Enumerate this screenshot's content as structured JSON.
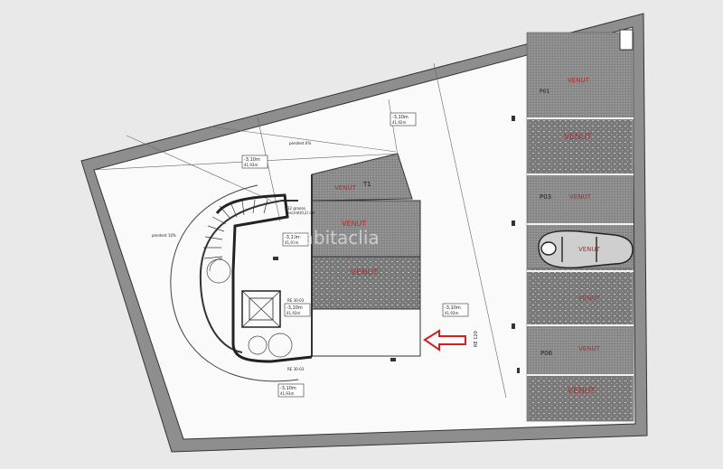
{
  "plan": {
    "parking_spaces": [
      {
        "status": "VENUT",
        "number": "P01"
      },
      {
        "status": "VENUT",
        "number": ""
      },
      {
        "status": "VENUT",
        "number": "P03"
      },
      {
        "status": "VENUT",
        "number": ""
      },
      {
        "status": "VENUT",
        "number": ""
      },
      {
        "status": "VENUT",
        "number": "P06"
      },
      {
        "status": "VENUT",
        "number": ""
      }
    ],
    "storage_rooms": [
      {
        "status": "VENUT",
        "number": "T1"
      },
      {
        "status": "VENUT",
        "number": ""
      },
      {
        "status": "VENUT",
        "number": ""
      }
    ],
    "levels": [
      {
        "value": "-3,10m",
        "sub": "41,92m"
      },
      {
        "value": "-3,10m",
        "sub": "41,93m"
      },
      {
        "value": "-3,10m",
        "sub": "41,93m"
      },
      {
        "value": "-3,10m",
        "sub": "41,93m"
      },
      {
        "value": "-3,10m",
        "sub": "41,93m"
      },
      {
        "value": "-3,10m",
        "sub": "41,93m"
      }
    ],
    "notes": {
      "pendent_top": "pendent 6%",
      "pendent_left": "pendent 10%",
      "stair_note": "12 graons",
      "stair_note2": "esc/ret(0,2) cm",
      "ascensor_1": "RE 30-03",
      "ascensor_2": "RE 30-03",
      "ramp_label": "RE 120"
    },
    "watermark": "habitaclia",
    "arrow_color": "#d21f1f",
    "venut_color": "#c0262a"
  }
}
